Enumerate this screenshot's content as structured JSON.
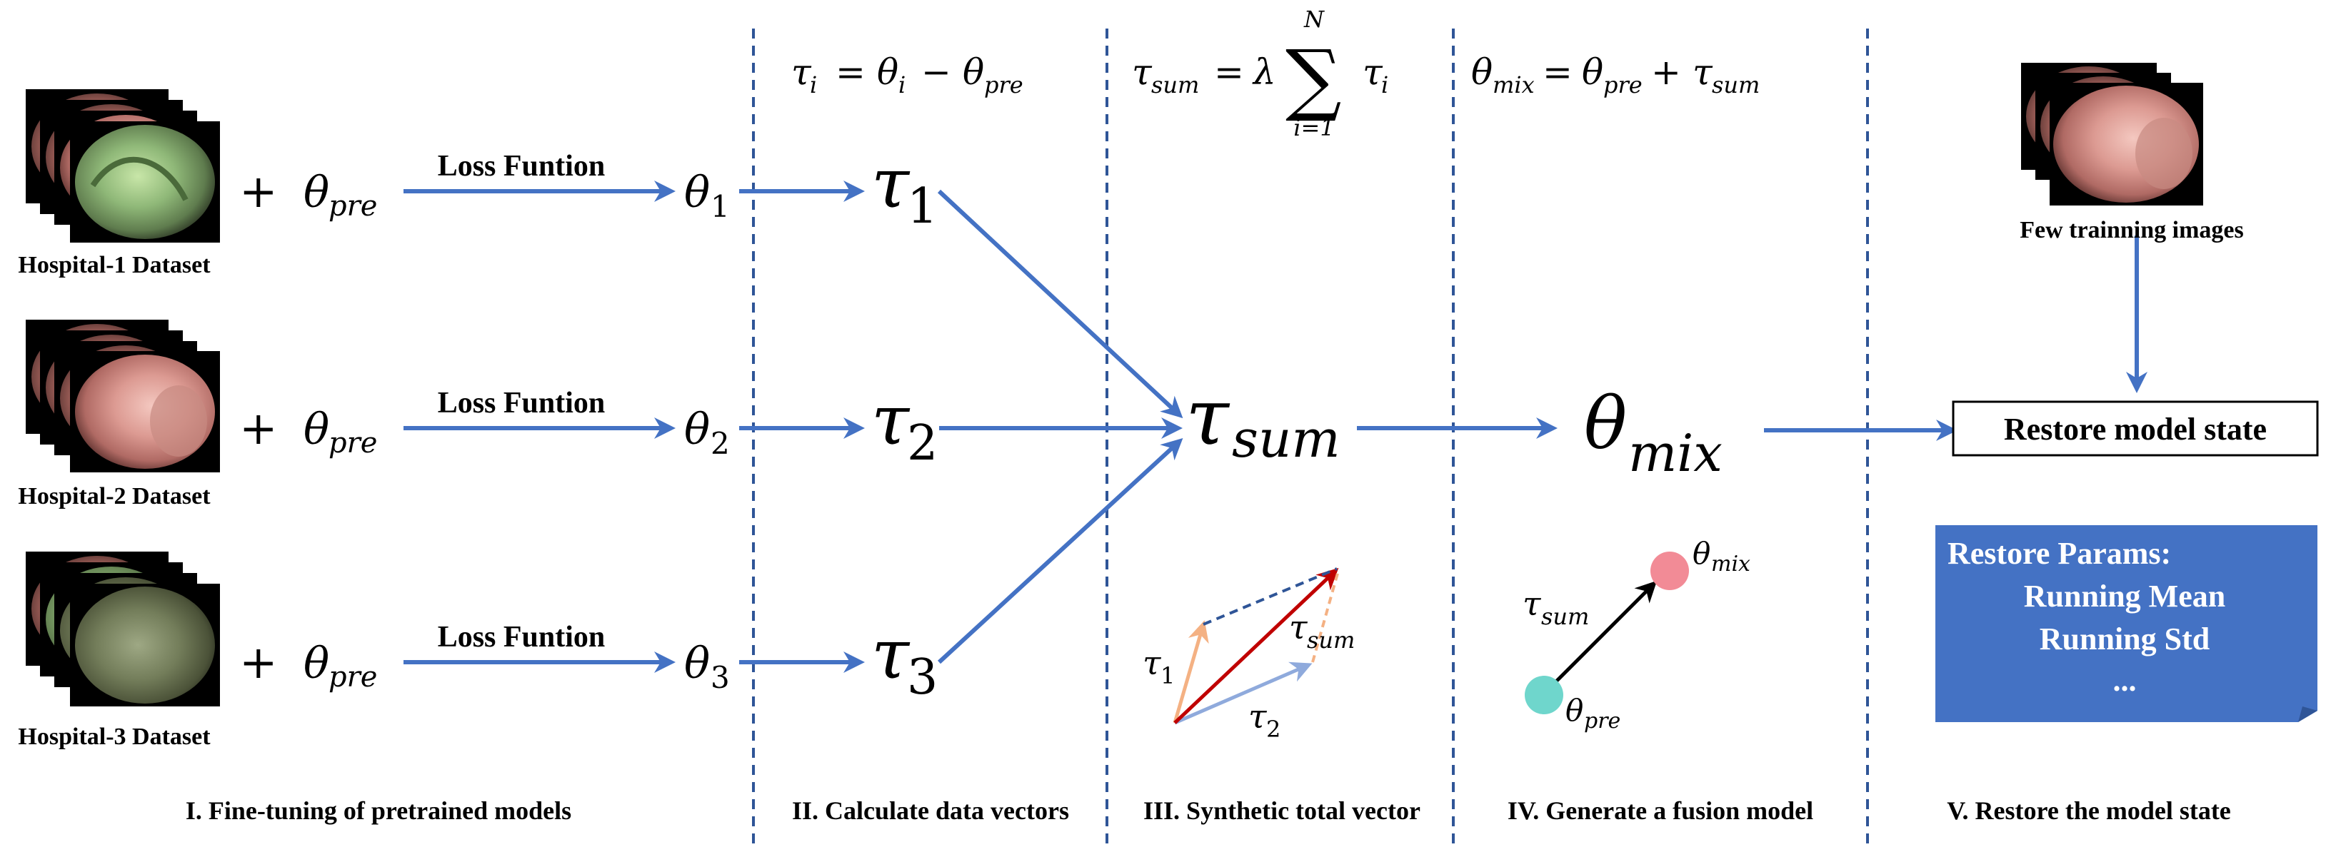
{
  "colors": {
    "arrow": "#4472C4",
    "divider": "#2F5597",
    "box_fill": "#4472C4",
    "tau1_vec": "#F4B183",
    "tau2_vec": "#8FAADC",
    "sum_vec": "#C00000",
    "dashed_top": "#2F5597",
    "dashed_right": "#F4B183",
    "theta_pre_dot": "#6FD6CC",
    "theta_mix_dot": "#F28B96"
  },
  "datasets": [
    {
      "label": "Hospital-1 Dataset",
      "plus": "+",
      "theta": "θ",
      "theta_sub": "pre",
      "loss": "Loss Funtion",
      "out": "θ",
      "out_sub": "1",
      "tau": "τ",
      "tau_sub": "1"
    },
    {
      "label": "Hospital-2 Dataset",
      "plus": "+",
      "theta": "θ",
      "theta_sub": "pre",
      "loss": "Loss Funtion",
      "out": "θ",
      "out_sub": "2",
      "tau": "τ",
      "tau_sub": "2"
    },
    {
      "label": "Hospital-3 Dataset",
      "plus": "+",
      "theta": "θ",
      "theta_sub": "pre",
      "loss": "Loss Funtion",
      "out": "θ",
      "out_sub": "3",
      "tau": "τ",
      "tau_sub": "3"
    }
  ],
  "formulas": {
    "f1_tau": "τ",
    "f1_tau_sub": "i",
    "f1_eq": "=",
    "f1_theta": "θ",
    "f1_theta_sub": "i",
    "f1_minus": "−",
    "f1_theta2": "θ",
    "f1_theta2_sub": "pre",
    "f2_tau": "τ",
    "f2_tau_sub": "sum",
    "f2_eq": "=",
    "f2_lambda": "λ",
    "f2_sum": "∑",
    "f2_upper": "N",
    "f2_lower": "i=1",
    "f2_tau2": "τ",
    "f2_tau2_sub": "i",
    "f3_theta": "θ",
    "f3_theta_sub": "mix",
    "f3_eq": "=",
    "f3_theta2": "θ",
    "f3_theta2_sub": "pre",
    "f3_plus": "+",
    "f3_tau": "τ",
    "f3_tau_sub": "sum"
  },
  "center": {
    "tau": "τ",
    "tau_sub": "sum",
    "theta": "θ",
    "theta_sub": "mix"
  },
  "vector_diagram": {
    "t1": "τ",
    "t1_sub": "1",
    "t2": "τ",
    "t2_sub": "2",
    "ts": "τ",
    "ts_sub": "sum"
  },
  "fusion_diagram": {
    "ts": "τ",
    "ts_sub": "sum",
    "tm": "θ",
    "tm_sub": "mix",
    "tp": "θ",
    "tp_sub": "pre"
  },
  "restore": {
    "few_images": "Few trainning images",
    "box_label": "Restore model state",
    "params_title": "Restore Params:",
    "params": [
      "Running Mean",
      "Running Std",
      "..."
    ]
  },
  "sections": [
    "I. Fine-tuning of pretrained models",
    "II. Calculate data vectors",
    "III. Synthetic total vector",
    "IV. Generate a fusion model",
    "V. Restore the model state"
  ]
}
